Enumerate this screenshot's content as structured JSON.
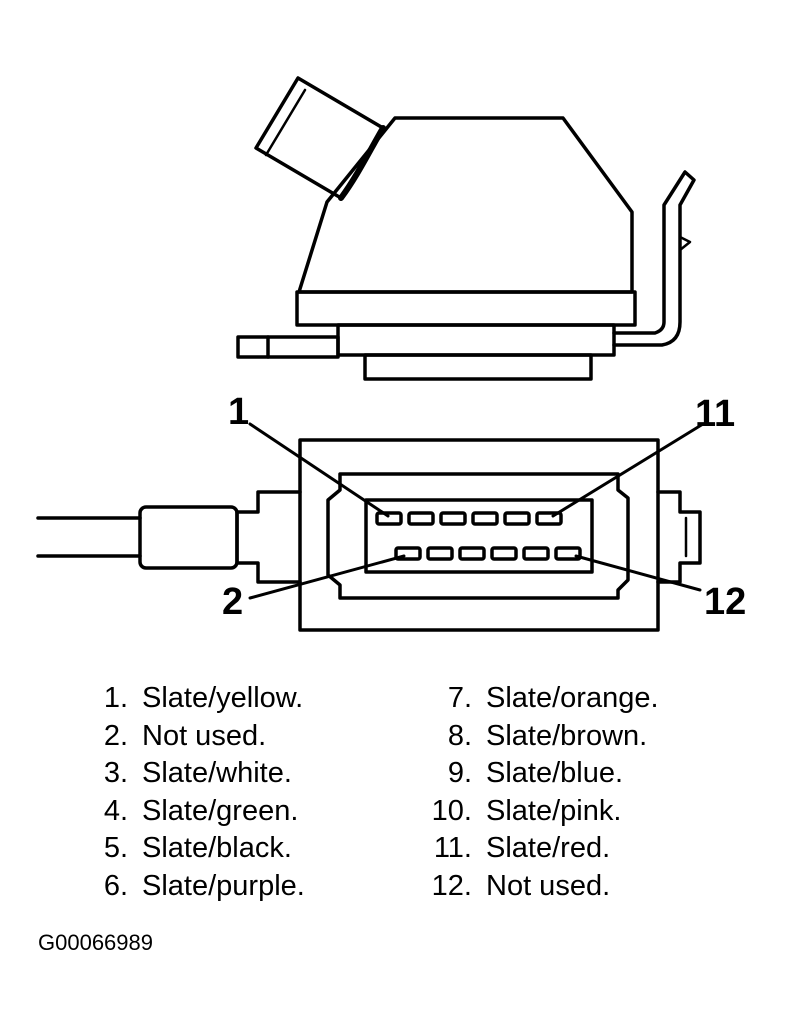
{
  "callouts": {
    "pin_1": "1",
    "pin_2": "2",
    "pin_11": "11",
    "pin_12": "12"
  },
  "legend": [
    {
      "num": "1.",
      "label": "Slate/yellow."
    },
    {
      "num": "2.",
      "label": "Not used."
    },
    {
      "num": "3.",
      "label": "Slate/white."
    },
    {
      "num": "4.",
      "label": "Slate/green."
    },
    {
      "num": "5.",
      "label": "Slate/black."
    },
    {
      "num": "6.",
      "label": "Slate/purple."
    },
    {
      "num": "7.",
      "label": "Slate/orange."
    },
    {
      "num": "8.",
      "label": "Slate/brown."
    },
    {
      "num": "9.",
      "label": "Slate/blue."
    },
    {
      "num": "10.",
      "label": "Slate/pink."
    },
    {
      "num": "11.",
      "label": "Slate/red."
    },
    {
      "num": "12.",
      "label": "Not used."
    }
  ],
  "figure_id": "G00066989",
  "colors": {
    "ink": "#000000",
    "paper": "#ffffff"
  }
}
